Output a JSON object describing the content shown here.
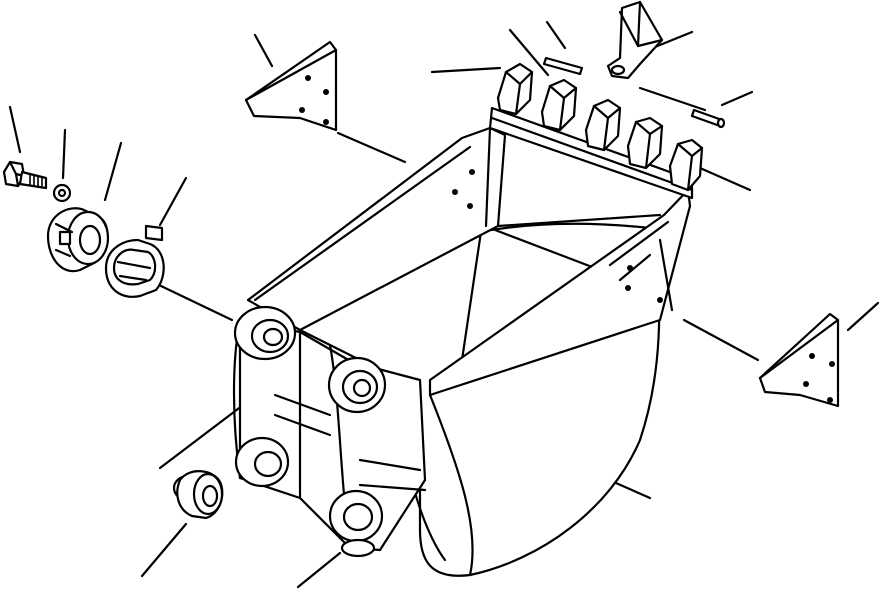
{
  "diagram": {
    "background": "#ffffff",
    "stroke": "#000000",
    "parts": [
      "bucket-body",
      "tooth-adapter",
      "tooth-point",
      "locking-pin",
      "side-cutter-left",
      "side-cutter-right",
      "mounting-bolt",
      "lock-washer",
      "ring-nut",
      "shim-plate",
      "dust-seal",
      "boss-bushing"
    ]
  }
}
